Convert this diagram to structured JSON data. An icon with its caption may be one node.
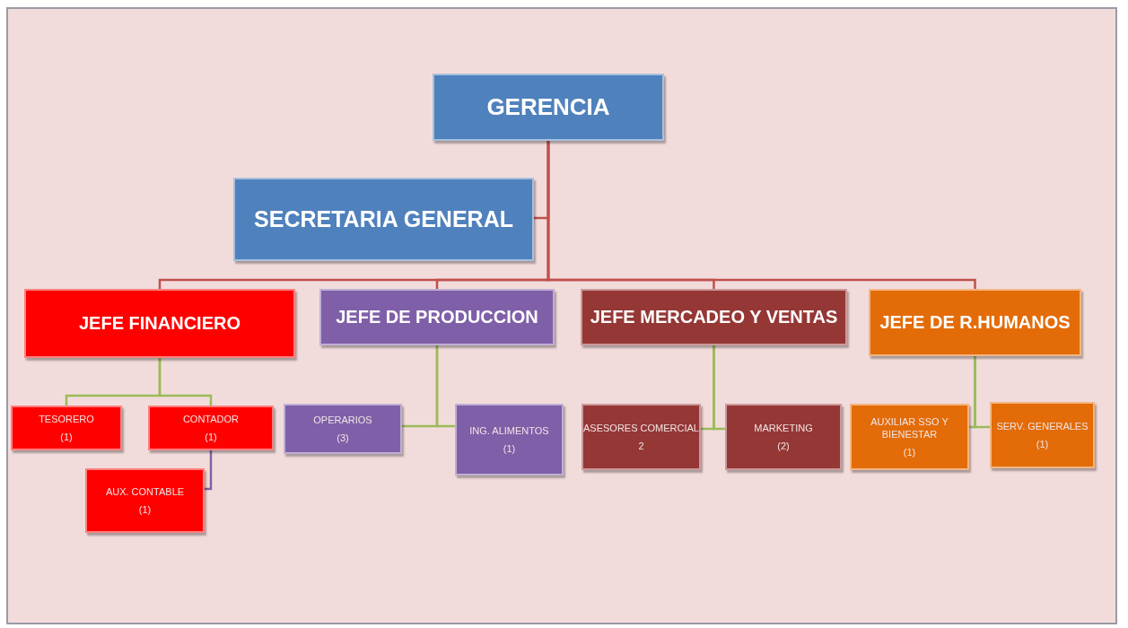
{
  "diagram": {
    "nodes": [
      {
        "text": [
          "GERENCIA"
        ]
      },
      {
        "text": [
          "SECRETARIA GENERAL"
        ]
      },
      {
        "text": [
          "JEFE FINANCIERO"
        ]
      },
      {
        "text": [
          "JEFE DE PRODUCCION"
        ]
      },
      {
        "text": [
          "JEFE MERCADEO Y VENTAS"
        ]
      },
      {
        "text": [
          "JEFE DE R.HUMANOS"
        ]
      },
      {
        "text": [
          "TESORERO",
          "(1)"
        ]
      },
      {
        "text": [
          "CONTADOR",
          "(1)"
        ]
      },
      {
        "text": [
          "AUX. CONTABLE",
          "(1)"
        ]
      },
      {
        "text": [
          "OPERARIOS",
          "(3)"
        ]
      },
      {
        "text": [
          "ING. ALIMENTOS",
          "(1)"
        ]
      },
      {
        "text": [
          "ASESORES COMERCIAL",
          "2"
        ]
      },
      {
        "text": [
          "MARKETING",
          "(2)"
        ]
      },
      {
        "text": [
          "AUXILIAR SSO Y BIENESTAR",
          "(1)"
        ]
      },
      {
        "text": [
          "SERV. GENERALES",
          "(1)"
        ]
      }
    ],
    "edges": [
      {
        "from": 0,
        "to": 1,
        "arrow": "none",
        "color": "#c0504d"
      },
      {
        "from": 0,
        "to": 2,
        "arrow": "none",
        "color": "#c0504d"
      },
      {
        "from": 0,
        "to": 3,
        "arrow": "none",
        "color": "#c0504d"
      },
      {
        "from": 0,
        "to": 4,
        "arrow": "none",
        "color": "#c0504d"
      },
      {
        "from": 0,
        "to": 5,
        "arrow": "none",
        "color": "#c0504d"
      },
      {
        "from": 2,
        "to": 6,
        "arrow": "none"
      },
      {
        "from": 2,
        "to": 7,
        "arrow": "none"
      },
      {
        "from": 7,
        "to": 8,
        "arrow": "none",
        "color": "#8064a2"
      },
      {
        "from": 3,
        "to": 9,
        "arrow": "none"
      },
      {
        "from": 3,
        "to": 10,
        "arrow": "none"
      },
      {
        "from": 4,
        "to": 11,
        "arrow": "none"
      },
      {
        "from": 4,
        "to": 12,
        "arrow": "none"
      },
      {
        "from": 5,
        "to": 13,
        "arrow": "none"
      },
      {
        "from": 5,
        "to": 14,
        "arrow": "none"
      }
    ]
  }
}
